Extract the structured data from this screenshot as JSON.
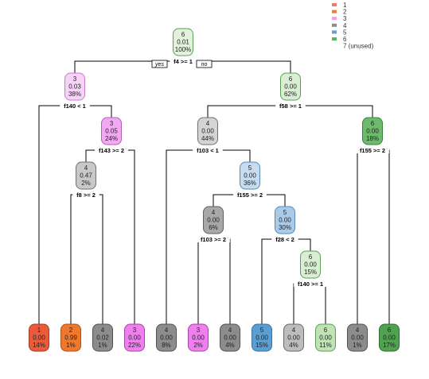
{
  "legend": [
    {
      "label": "1",
      "color": "#f8766d"
    },
    {
      "label": "2",
      "color": "#f07d31"
    },
    {
      "label": "3",
      "color": "#f59bf5"
    },
    {
      "label": "4",
      "color": "#8c8c8c"
    },
    {
      "label": "5",
      "color": "#64a0d2"
    },
    {
      "label": "6",
      "color": "#5fb45f"
    },
    {
      "label": "7 (unused)",
      "color": ""
    }
  ],
  "yes_label": "yes",
  "no_label": "no",
  "nodes": {
    "n_root": {
      "cls": "6",
      "prob": "0.01",
      "pct": "100%",
      "fill": "#e3f2dc",
      "stroke": "#5a9e5a"
    },
    "n_l": {
      "cls": "3",
      "prob": "0.03",
      "pct": "38%",
      "fill": "#f7d4f7",
      "stroke": "#c87ac8"
    },
    "n_r": {
      "cls": "6",
      "prob": "0.00",
      "pct": "62%",
      "fill": "#d9eed2",
      "stroke": "#5a9e5a"
    },
    "n_lr": {
      "cls": "3",
      "prob": "0.05",
      "pct": "24%",
      "fill": "#f2a8f2",
      "stroke": "#b060b0"
    },
    "n_lrl": {
      "cls": "4",
      "prob": "0.47",
      "pct": "2%",
      "fill": "#c8c8c8",
      "stroke": "#707070"
    },
    "n_rl": {
      "cls": "4",
      "prob": "0.00",
      "pct": "44%",
      "fill": "#d4d4d4",
      "stroke": "#707070"
    },
    "n_rr": {
      "cls": "6",
      "prob": "0.00",
      "pct": "18%",
      "fill": "#6cbb6c",
      "stroke": "#3f7f3f"
    },
    "n_rlr": {
      "cls": "5",
      "prob": "0.00",
      "pct": "36%",
      "fill": "#c6dcf0",
      "stroke": "#5b87b5"
    },
    "n_rlrl": {
      "cls": "4",
      "prob": "0.00",
      "pct": "6%",
      "fill": "#a8a8a8",
      "stroke": "#606060"
    },
    "n_rlrr": {
      "cls": "5",
      "prob": "0.00",
      "pct": "30%",
      "fill": "#a9cbe8",
      "stroke": "#5b87b5"
    },
    "n_rlrrr": {
      "cls": "6",
      "prob": "0.00",
      "pct": "15%",
      "fill": "#d9eed2",
      "stroke": "#5a9e5a"
    },
    "leaf1": {
      "cls": "1",
      "prob": "0.00",
      "pct": "14%",
      "fill": "#ec5a3c",
      "stroke": "#a83a20"
    },
    "leaf2": {
      "cls": "2",
      "prob": "0.99",
      "pct": "1%",
      "fill": "#f0782d",
      "stroke": "#a85018"
    },
    "leaf3": {
      "cls": "4",
      "prob": "0.02",
      "pct": "1%",
      "fill": "#8c8c8c",
      "stroke": "#505050"
    },
    "leaf4": {
      "cls": "3",
      "prob": "0.00",
      "pct": "22%",
      "fill": "#f07ef0",
      "stroke": "#a04aa0"
    },
    "leaf5": {
      "cls": "4",
      "prob": "0.00",
      "pct": "8%",
      "fill": "#8c8c8c",
      "stroke": "#505050"
    },
    "leaf6": {
      "cls": "3",
      "prob": "0.00",
      "pct": "2%",
      "fill": "#f07ef0",
      "stroke": "#a04aa0"
    },
    "leaf7": {
      "cls": "4",
      "prob": "0.00",
      "pct": "4%",
      "fill": "#8c8c8c",
      "stroke": "#505050"
    },
    "leaf8": {
      "cls": "5",
      "prob": "0.00",
      "pct": "15%",
      "fill": "#5a9fd4",
      "stroke": "#3a6f9f"
    },
    "leaf9": {
      "cls": "4",
      "prob": "0.00",
      "pct": "4%",
      "fill": "#bdbdbd",
      "stroke": "#6a6a6a"
    },
    "leaf10": {
      "cls": "6",
      "prob": "0.00",
      "pct": "11%",
      "fill": "#bfe3b4",
      "stroke": "#5a9e5a"
    },
    "leaf11": {
      "cls": "4",
      "prob": "0.00",
      "pct": "1%",
      "fill": "#8c8c8c",
      "stroke": "#505050"
    },
    "leaf12": {
      "cls": "6",
      "prob": "0.00",
      "pct": "17%",
      "fill": "#4fa34f",
      "stroke": "#2f6f2f"
    }
  },
  "splits": {
    "s_root": "f4 >= 1",
    "s_l": "f140 < 1",
    "s_r": "f58 >= 1",
    "s_lr": "f143 >= 2",
    "s_lrl": "f8 >= 2",
    "s_rl": "f103 < 1",
    "s_rr": "f155 >= 2",
    "s_rlr": "f155 >= 2",
    "s_rlrl": "f103 >= 2",
    "s_rlrr": "f28 < 2",
    "s_rlrrr": "f140 >= 1"
  }
}
